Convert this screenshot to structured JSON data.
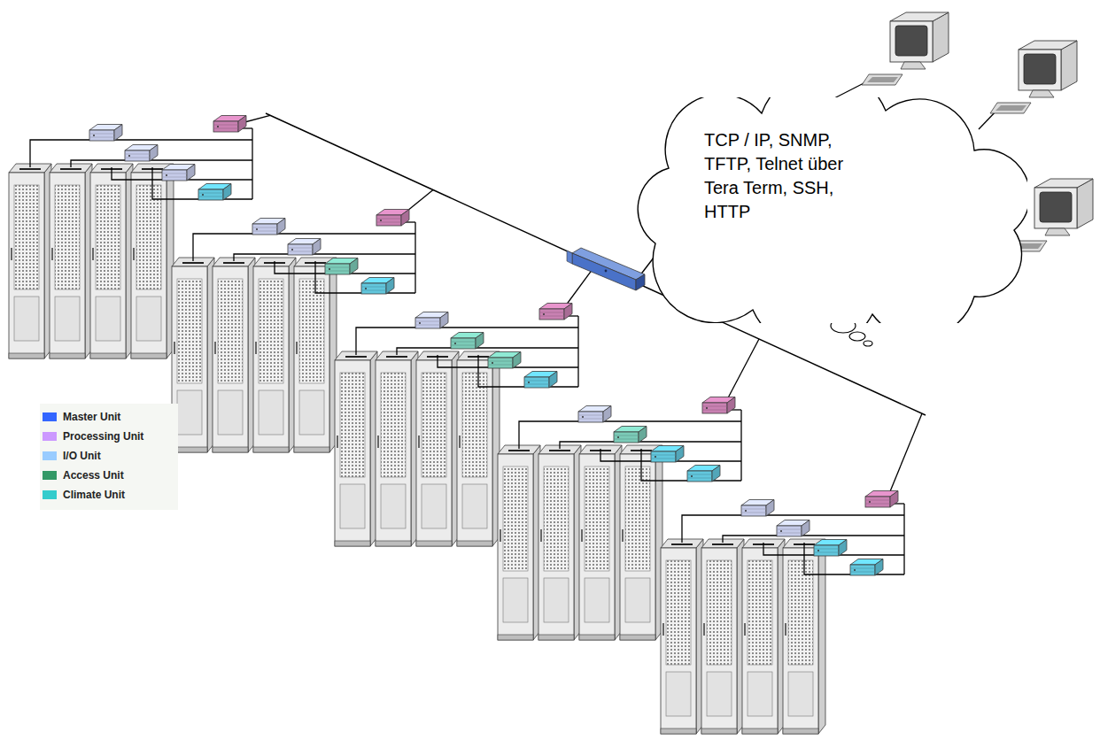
{
  "diagram": {
    "nodes": [
      {
        "text": [
          "TCP / IP, SNMP, TFTP, Telnet über Tera Term, SSH, HTTP"
        ]
      }
    ],
    "legend": [
      {
        "text": "Master Unit",
        "color": "#3366ff"
      },
      {
        "text": "Processing Unit",
        "color": "#cc99ff"
      },
      {
        "text": "I/O Unit",
        "color": "#99ccff"
      },
      {
        "text": "Access Unit",
        "color": "#339966"
      },
      {
        "text": "Climate Unit",
        "color": "#33cccc"
      }
    ]
  }
}
